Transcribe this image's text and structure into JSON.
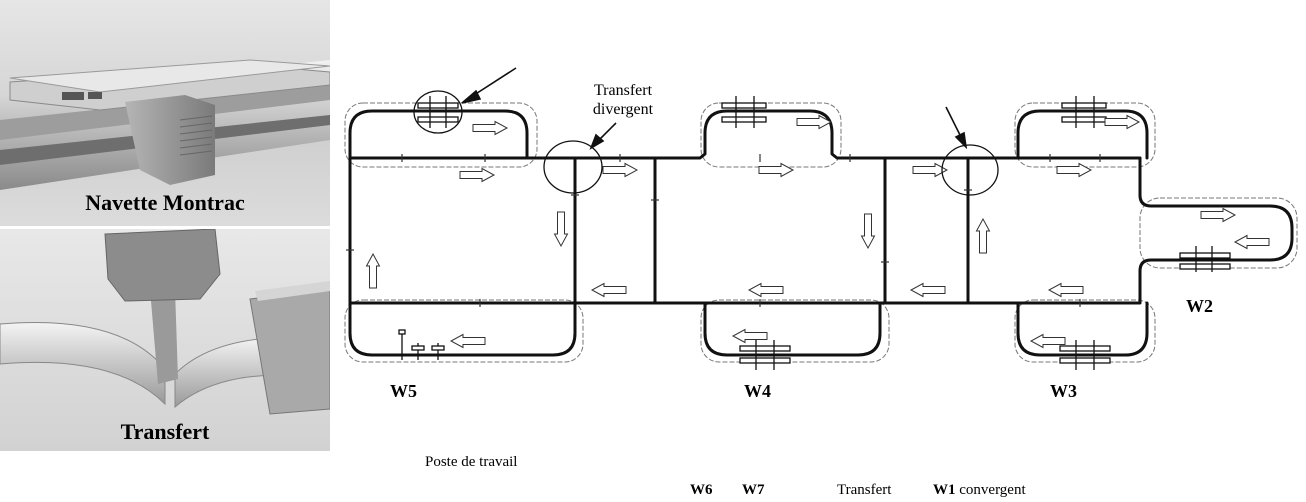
{
  "photos": {
    "navette_caption": "Navette Montrac",
    "transfert_caption": "Transfert"
  },
  "diagram": {
    "annotation_transfert_divergent": [
      "Transfert",
      "divergent"
    ],
    "stations": {
      "w5": "W5",
      "w4": "W4",
      "w3": "W3",
      "w2": "W2"
    }
  },
  "legend": {
    "poste_de_travail": "Poste de travail",
    "w6": "W6",
    "w7": "W7",
    "transfert": "Transfert",
    "w1": "W1",
    "convergent": "convergent"
  }
}
